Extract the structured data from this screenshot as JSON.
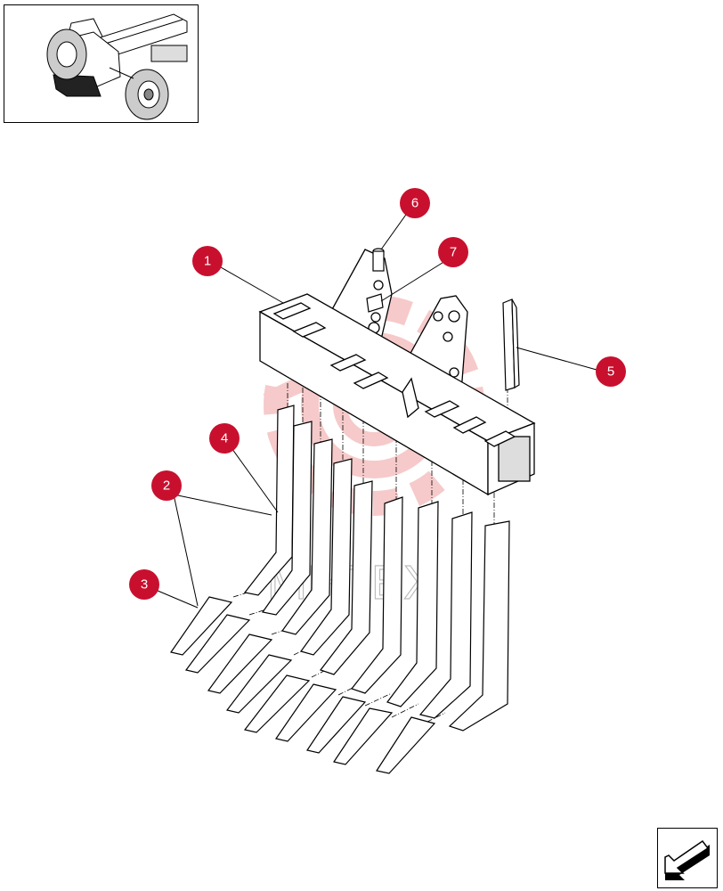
{
  "watermark": {
    "text": "MHTEX",
    "color": "#f4c4c4"
  },
  "callout_color": "#c8102e",
  "callouts": [
    {
      "number": "1"
    },
    {
      "number": "2"
    },
    {
      "number": "3"
    },
    {
      "number": "4"
    },
    {
      "number": "5"
    },
    {
      "number": "6"
    },
    {
      "number": "7"
    }
  ],
  "thumbnail": {
    "icon": "tractor-with-attachment-icon"
  },
  "navigation": {
    "icon": "previous-page-arrow-icon"
  }
}
